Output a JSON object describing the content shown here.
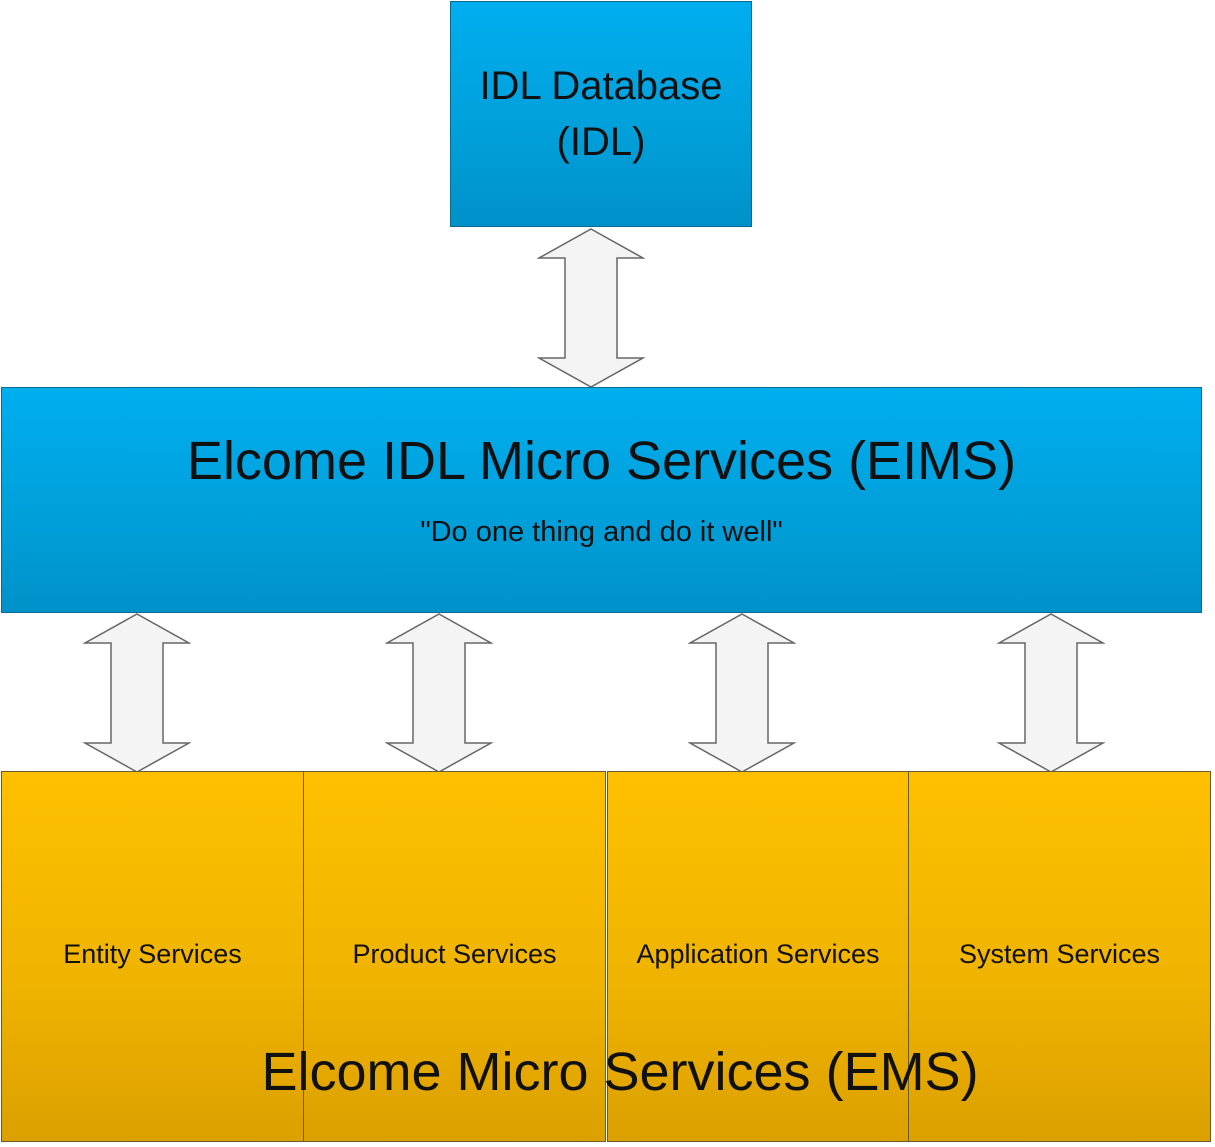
{
  "idl_database": {
    "line1": "IDL Database",
    "line2": "(IDL)"
  },
  "eims": {
    "title": "Elcome IDL Micro Services (EIMS)",
    "subtitle": "\"Do one thing and do it well\""
  },
  "services": [
    {
      "label": "Entity Services"
    },
    {
      "label": "Product Services"
    },
    {
      "label": "Application Services"
    },
    {
      "label": "System Services"
    }
  ],
  "ems": {
    "label": "Elcome Micro Services (EMS)"
  },
  "colors": {
    "blue_box": "#00aeef",
    "orange_box": "#ffc000",
    "arrow_fill": "#f4f4f4"
  },
  "icons": {
    "connector": "double-headed-vertical-arrow"
  }
}
